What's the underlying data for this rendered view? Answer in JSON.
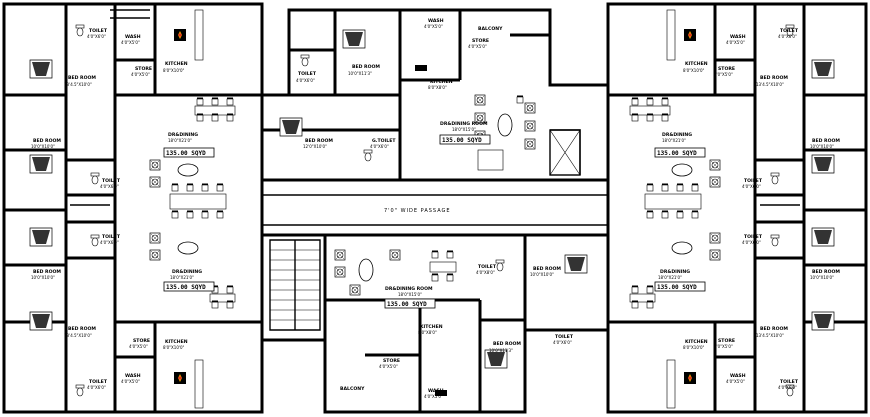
{
  "rooms": {
    "bed_room": "BED ROOM",
    "kitchen": "KITCHEN",
    "store": "STORE",
    "toilet": "TOILET",
    "wash": "WASH",
    "dr_dining": "DR&DINING",
    "dr_dining_room": "DR&DINING ROOM",
    "g_toilet": "G.TOILET",
    "balcony": "BALCONY"
  },
  "dims": {
    "bed_13": "13'4.5\"X10'0\"",
    "bed_10": "10'0\"X10'0\"",
    "bed_10_11": "10'0\"X11'3\"",
    "bed_12": "12'0\"X10'0\"",
    "kitchen_a": "8'0\"X10'0\"",
    "kitchen_b": "8'0\"X8'0\"",
    "store": "4'0\"X5'0\"",
    "toilet": "4'0\"X6'0\"",
    "toilet_b": "4'0\"X8'0\"",
    "wash": "4'0\"X5'0\"",
    "dr_a": "18'0\"X21'0\"",
    "dr_b": "18'0\"X15'0\""
  },
  "area_label": "135.00 SQYD",
  "passage": "7'0\" WIDE PASSAGE"
}
